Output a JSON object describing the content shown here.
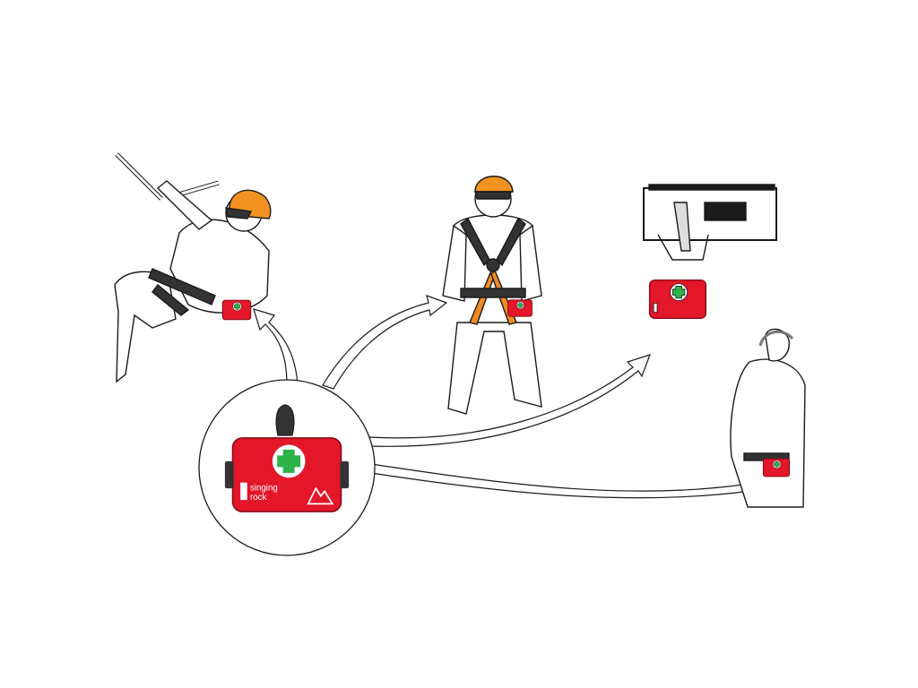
{
  "brand": {
    "logo_text_main": "singing",
    "logo_text_sub": "rock"
  },
  "colors": {
    "kit_red": "#e3162a",
    "kit_dark_red": "#a10d1b",
    "cross_green": "#2bb34a",
    "helmet_orange": "#f39220",
    "harness_orange": "#f08a24",
    "outline": "#1a1a1a"
  },
  "icons": {
    "first_aid": "green-cross-icon",
    "mountain": "mountain-logo-icon"
  },
  "scenes": [
    {
      "id": "rope-access-worker",
      "mount": "harness-side"
    },
    {
      "id": "standing-worker",
      "mount": "harness-front"
    },
    {
      "id": "wall-bag",
      "mount": "hanging"
    },
    {
      "id": "belt-worker",
      "mount": "waist-belt"
    }
  ]
}
